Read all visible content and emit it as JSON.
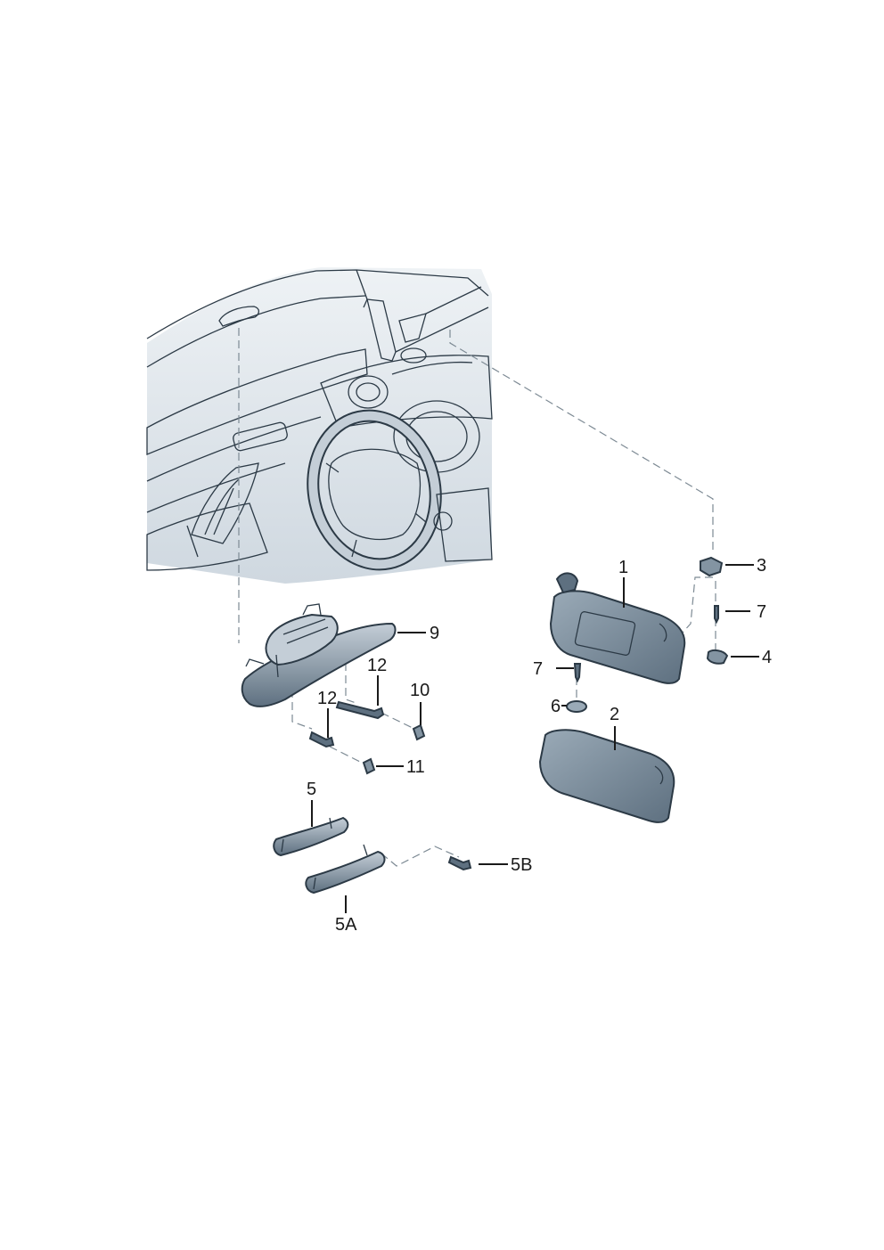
{
  "colors": {
    "part_dark": "#5e7080",
    "part_mid": "#8394a2",
    "part_light": "#c4ced7",
    "interior_shade": "#dfe5eb",
    "outline": "#2c3a46",
    "background": "#ffffff"
  },
  "callouts": {
    "c1": "1",
    "c2": "2",
    "c3": "3",
    "c4": "4",
    "c5": "5",
    "c5a": "5A",
    "c5b": "5B",
    "c6": "6",
    "c7a": "7",
    "c7b": "7",
    "c9": "9",
    "c10": "10",
    "c11": "11",
    "c12a": "12",
    "c12b": "12"
  }
}
